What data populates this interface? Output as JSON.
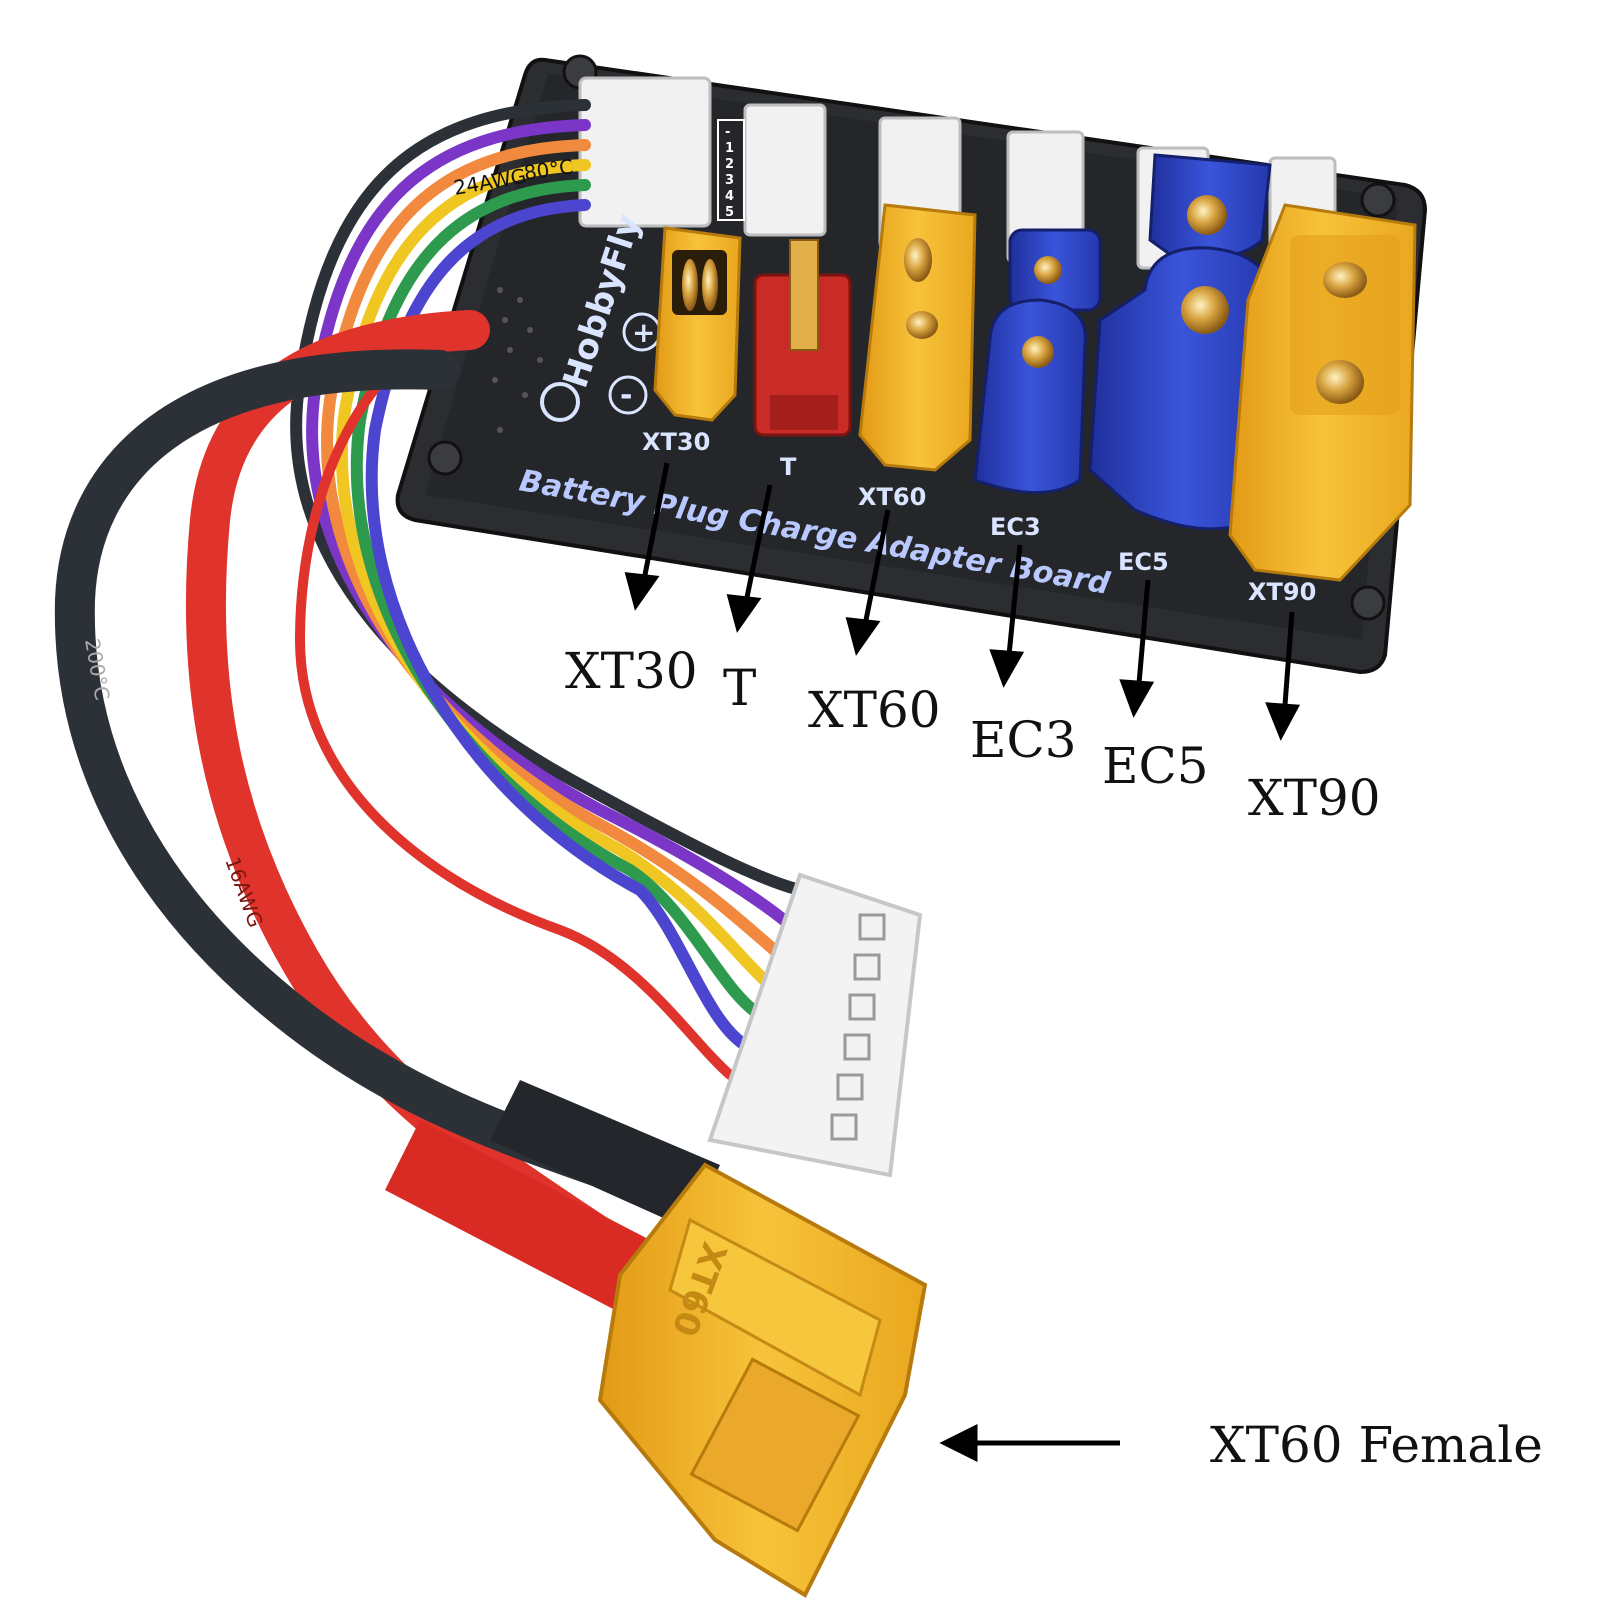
{
  "board": {
    "brand": "HobbyFly",
    "title": "Battery Plug Charge Adapter Board",
    "balance_pins": [
      "-",
      "1",
      "2",
      "3",
      "4",
      "5"
    ],
    "polarity_plus": "+",
    "polarity_minus": "-",
    "silk_labels": {
      "xt30": "XT30",
      "t": "T",
      "xt60": "XT60",
      "ec3": "EC3",
      "ec5": "EC5",
      "xt90": "XT90"
    },
    "wire_prints": [
      "80°C",
      "24AWG",
      "200°C",
      "16AWG"
    ]
  },
  "callouts": {
    "xt30": "XT30",
    "t": "T",
    "xt60": "XT60",
    "ec3": "EC3",
    "ec5": "EC5",
    "xt90": "XT90",
    "xt60_female": "XT60 Female"
  },
  "plug": {
    "embossed": "XT60"
  },
  "colors": {
    "board": "#2b2d30",
    "yellow_connector": "#f2b52a",
    "blue_connector": "#2f46c8",
    "red_connector": "#cf2a26",
    "red_wire": "#e0332c",
    "black_wire": "#2c3138",
    "silk_text": "#d9e4ff"
  }
}
